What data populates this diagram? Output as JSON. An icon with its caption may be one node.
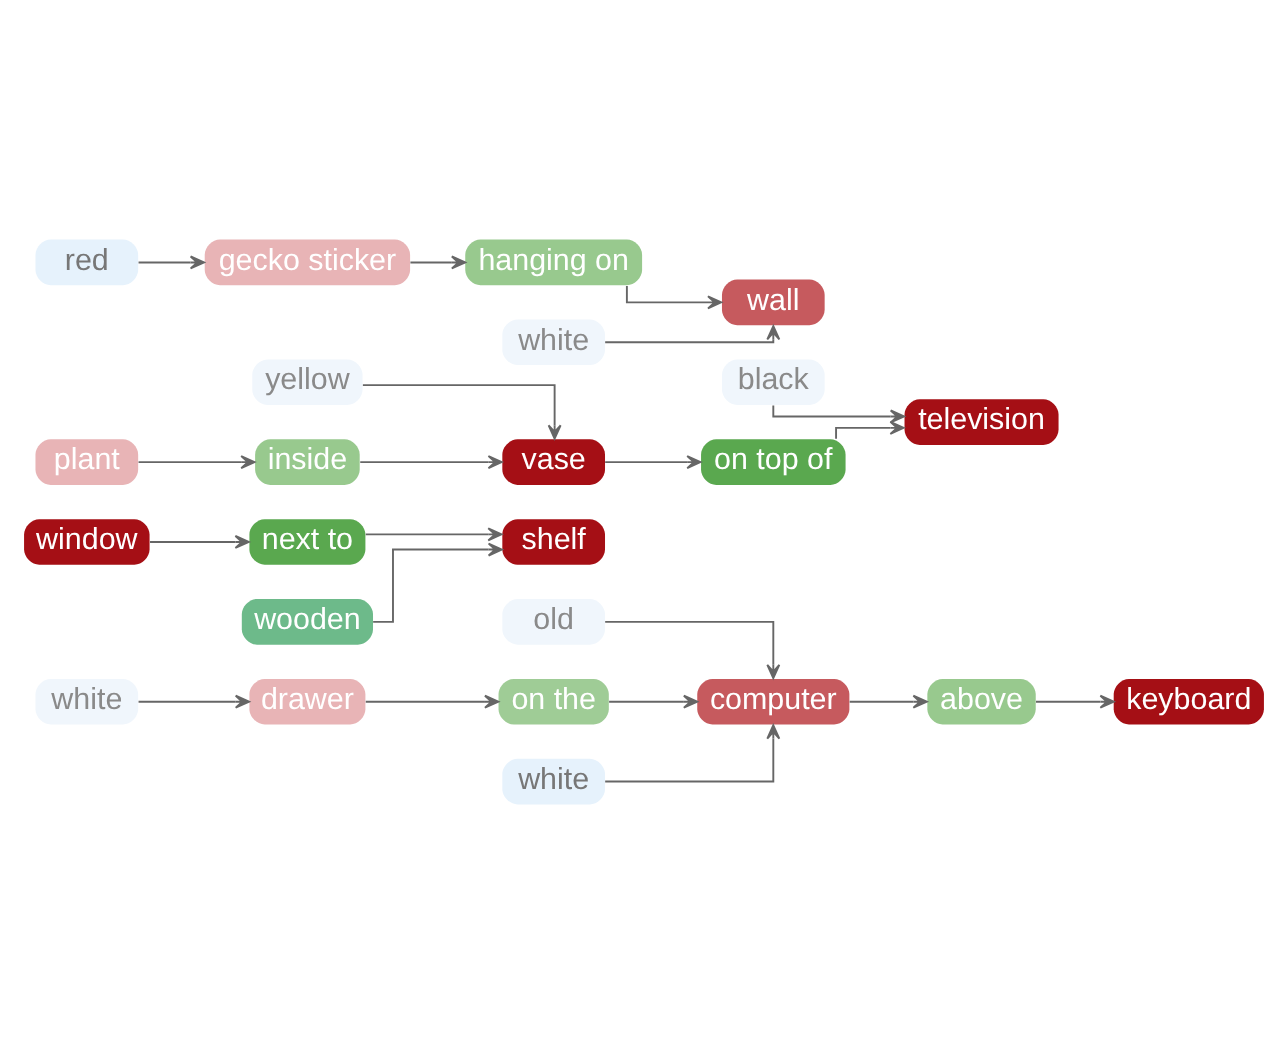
{
  "diagram": {
    "nodes": [
      {
        "text": [
          "old"
        ]
      },
      {
        "text": [
          "on the"
        ]
      },
      {
        "text": [
          "white"
        ]
      },
      {
        "text": [
          "white"
        ]
      },
      {
        "text": [
          "computer"
        ]
      },
      {
        "text": [
          "drawer"
        ]
      },
      {
        "text": [
          "above"
        ]
      },
      {
        "text": [
          "window"
        ]
      },
      {
        "text": [
          "keyboard"
        ]
      },
      {
        "text": [
          "next to"
        ]
      },
      {
        "text": [
          "inside"
        ]
      },
      {
        "text": [
          "wooden"
        ]
      },
      {
        "text": [
          "plant"
        ]
      },
      {
        "text": [
          "on top of"
        ]
      },
      {
        "text": [
          "shelf"
        ]
      },
      {
        "text": [
          "vase"
        ]
      },
      {
        "text": [
          "television"
        ]
      },
      {
        "text": [
          "red"
        ]
      },
      {
        "text": [
          "yellow"
        ]
      },
      {
        "text": [
          "wall"
        ]
      },
      {
        "text": [
          "gecko sticker"
        ]
      },
      {
        "text": [
          "hanging on"
        ]
      },
      {
        "text": [
          "white"
        ]
      },
      {
        "text": [
          "black"
        ]
      }
    ],
    "edges": [
      {
        "from": 0,
        "to": 4,
        "arrow": "to"
      },
      {
        "from": 2,
        "to": 4,
        "arrow": "to"
      },
      {
        "from": 3,
        "to": 5,
        "arrow": "to"
      },
      {
        "from": 5,
        "to": 1,
        "arrow": "to"
      },
      {
        "from": 1,
        "to": 4,
        "arrow": "to"
      },
      {
        "from": 4,
        "to": 6,
        "arrow": "to"
      },
      {
        "from": 6,
        "to": 8,
        "arrow": "to"
      },
      {
        "from": 7,
        "to": 9,
        "arrow": "to"
      },
      {
        "from": 9,
        "to": 14,
        "arrow": "to"
      },
      {
        "from": 11,
        "to": 14,
        "arrow": "to"
      },
      {
        "from": 12,
        "to": 10,
        "arrow": "to"
      },
      {
        "from": 10,
        "to": 15,
        "arrow": "to"
      },
      {
        "from": 18,
        "to": 15,
        "arrow": "to"
      },
      {
        "from": 15,
        "to": 13,
        "arrow": "to"
      },
      {
        "from": 13,
        "to": 16,
        "arrow": "to"
      },
      {
        "from": 17,
        "to": 20,
        "arrow": "to"
      },
      {
        "from": 20,
        "to": 21,
        "arrow": "to"
      },
      {
        "from": 21,
        "to": 19,
        "arrow": "to"
      },
      {
        "from": 22,
        "to": 19,
        "arrow": "to"
      },
      {
        "from": 23,
        "to": 16,
        "arrow": "to"
      }
    ]
  }
}
